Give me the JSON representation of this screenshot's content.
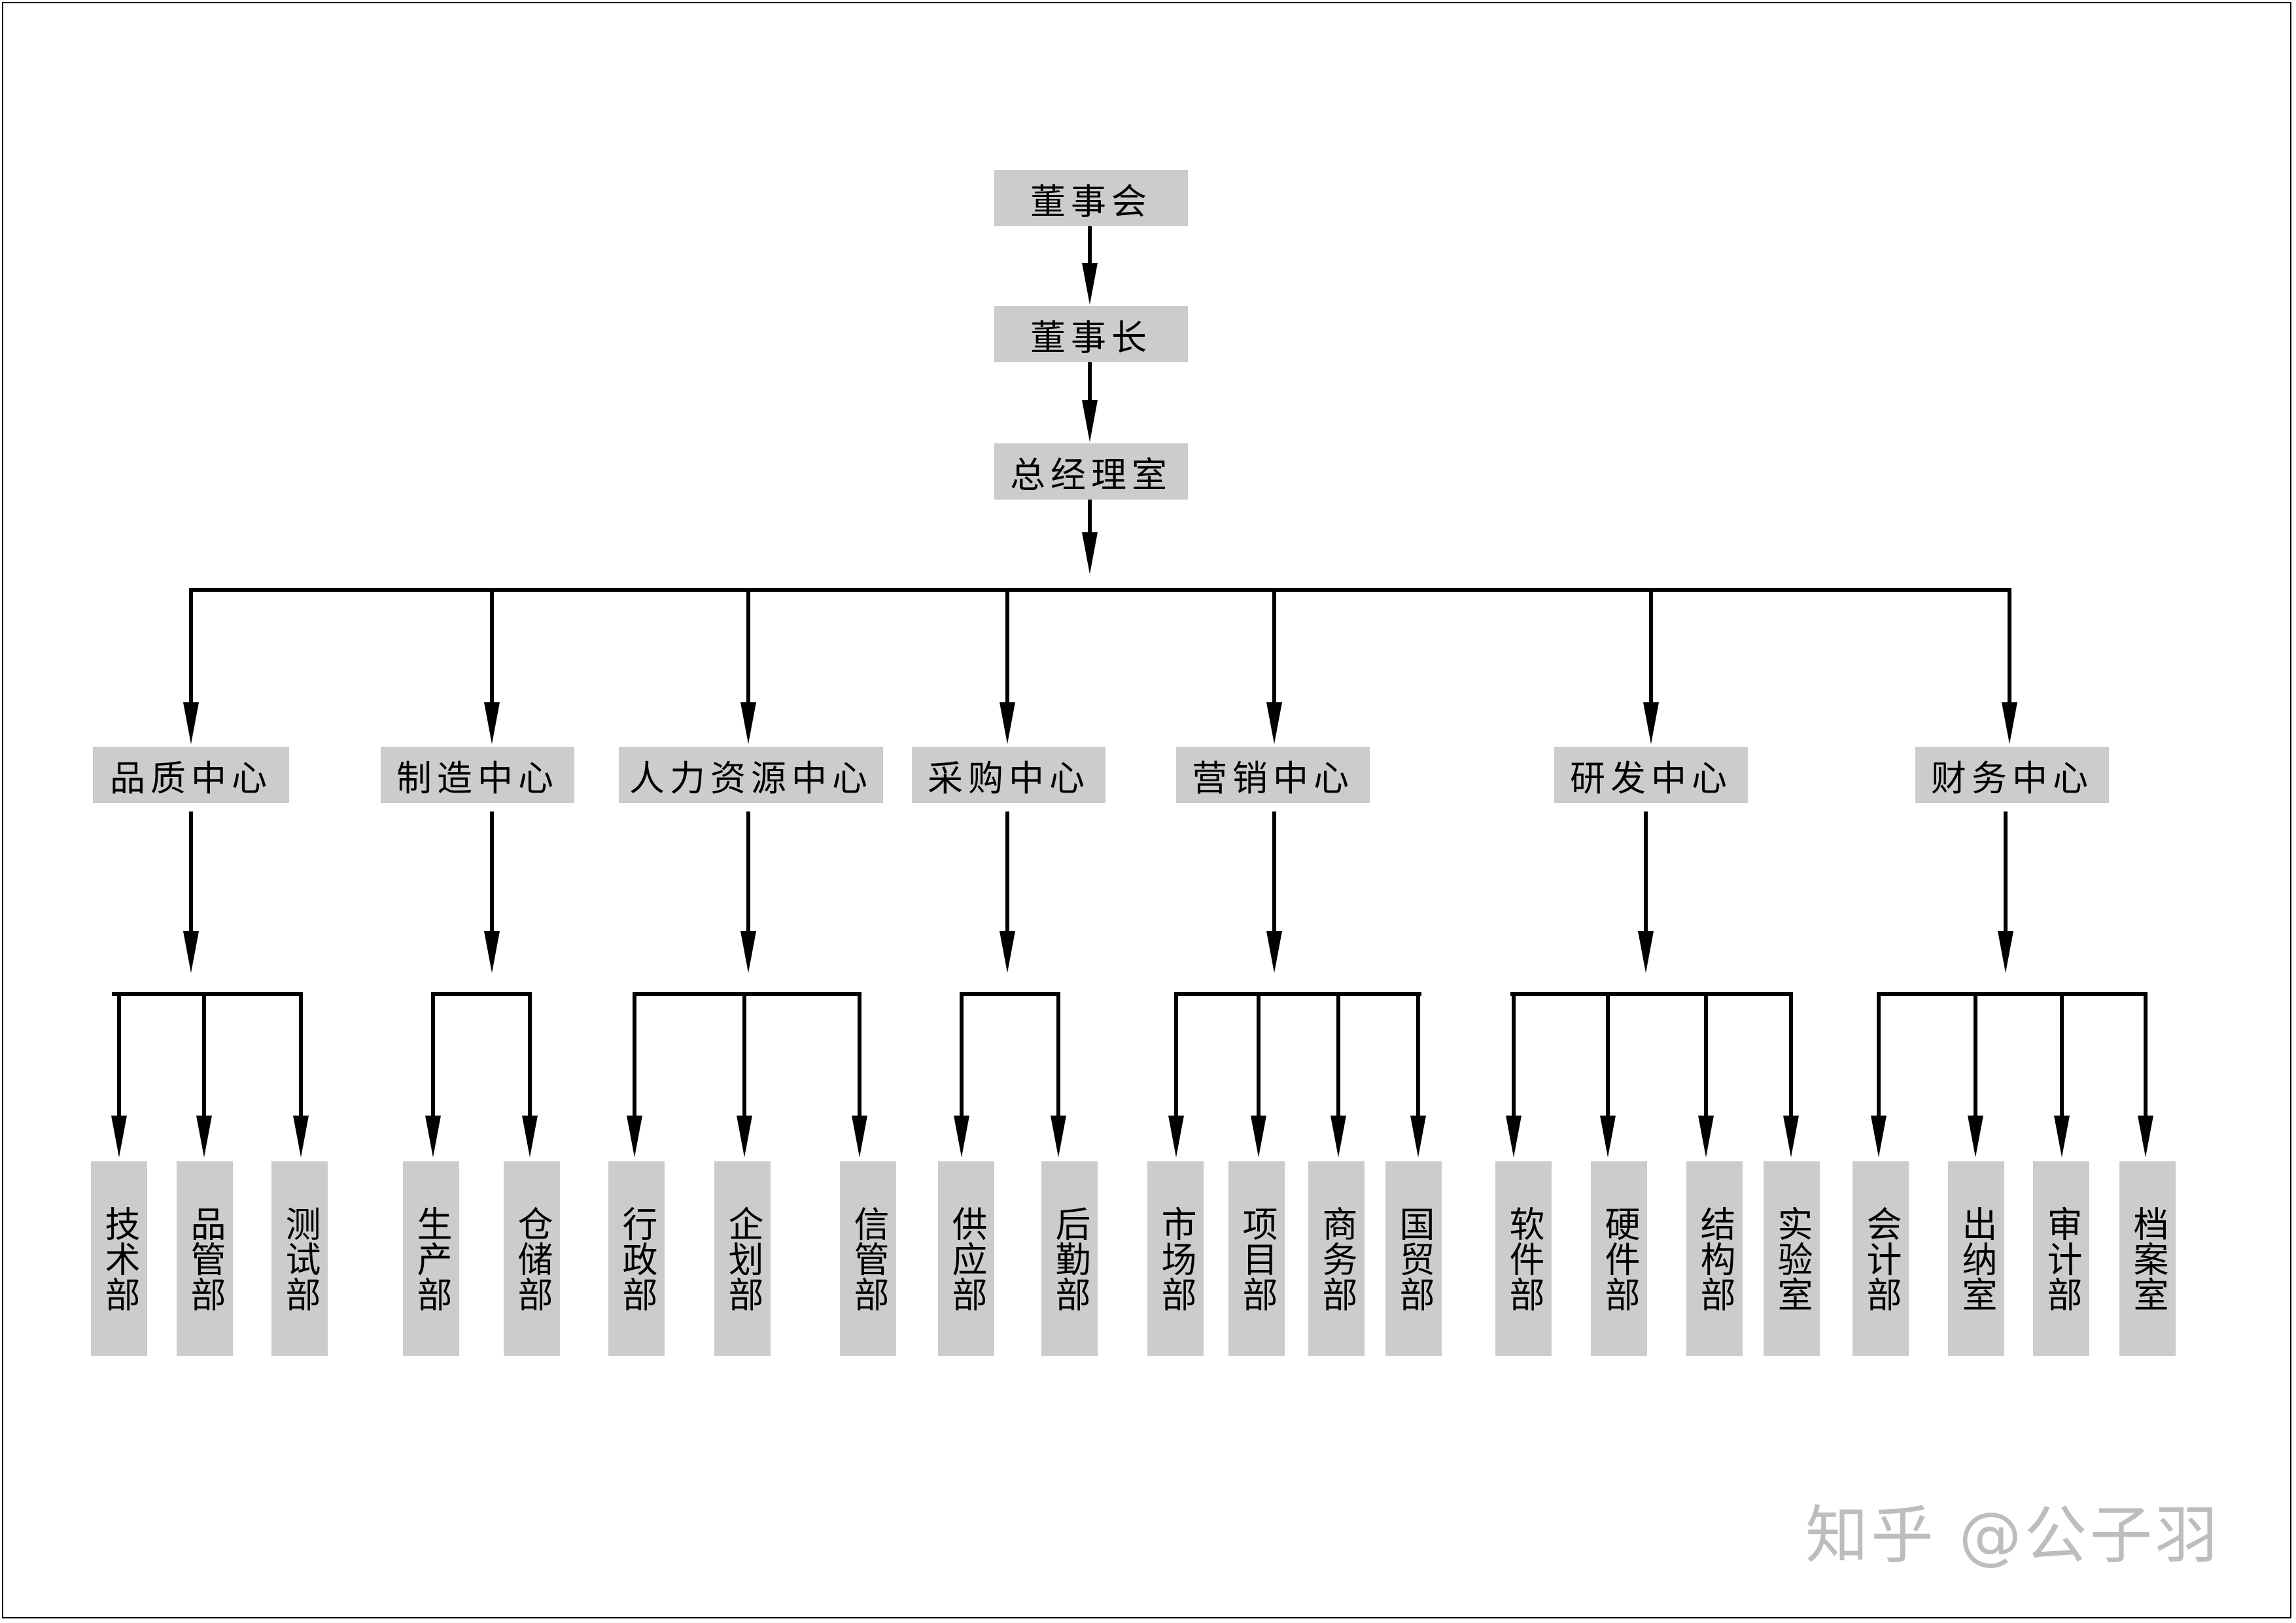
{
  "top": [
    {
      "label": "董事会"
    },
    {
      "label": "董事长"
    },
    {
      "label": "总经理室"
    }
  ],
  "centers": [
    {
      "label": "品质中心",
      "departments": [
        "技术部",
        "品管部",
        "测试部"
      ]
    },
    {
      "label": "制造中心",
      "departments": [
        "生产部",
        "仓储部"
      ]
    },
    {
      "label": "人力资源中心",
      "departments": [
        "行政部",
        "企划部",
        "信管部"
      ]
    },
    {
      "label": "采购中心",
      "departments": [
        "供应部",
        "后勤部"
      ]
    },
    {
      "label": "营销中心",
      "departments": [
        "市场部",
        "项目部",
        "商务部",
        "国贸部"
      ]
    },
    {
      "label": "研发中心",
      "departments": [
        "软件部",
        "硬件部",
        "结构部",
        "实验室"
      ]
    },
    {
      "label": "财务中心",
      "departments": [
        "会计部",
        "出纳室",
        "审计部",
        "档案室"
      ]
    }
  ],
  "watermark": "知乎 @公子羽",
  "colors": {
    "box": "#cccccc",
    "line": "#000000",
    "watermark": "#bdbdbd"
  }
}
